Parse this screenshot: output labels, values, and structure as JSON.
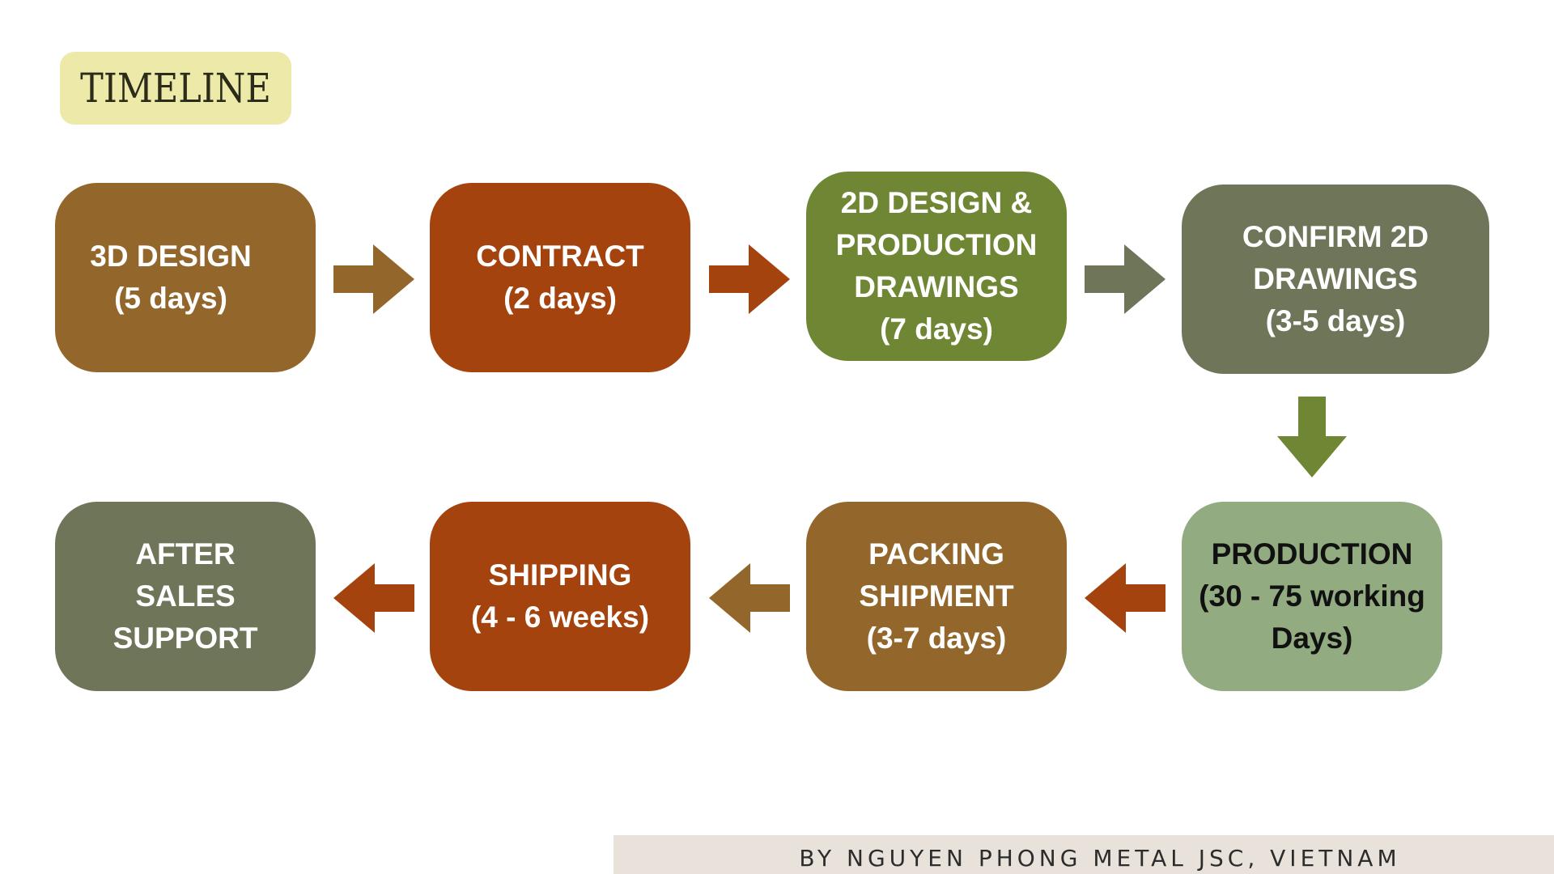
{
  "title": "TIMELINE",
  "colors": {
    "title_bg": "#ede9a8",
    "title_text": "#2b2b1a",
    "brown": "#93672b",
    "rust": "#a4430d",
    "olive": "#6f8734",
    "slate_green": "#6e7558",
    "sage": "#92ab80",
    "white_text": "#ffffff",
    "dark_text": "#111111",
    "footer_bg": "#e8e2da",
    "footer_text": "#2c2c2c"
  },
  "steps": [
    {
      "lines": [
        "3D DESIGN",
        "(5 days)"
      ]
    },
    {
      "lines": [
        "CONTRACT",
        "(2 days)"
      ]
    },
    {
      "lines": [
        "2D DESIGN &",
        "PRODUCTION",
        "DRAWINGS",
        "(7 days)"
      ]
    },
    {
      "lines": [
        "CONFIRM 2D",
        "DRAWINGS",
        "(3-5 days)"
      ]
    },
    {
      "lines": [
        "PRODUCTION",
        "(30 - 75 working",
        "Days)"
      ]
    },
    {
      "lines": [
        "PACKING",
        "SHIPMENT",
        "(3-7 days)"
      ]
    },
    {
      "lines": [
        "SHIPPING",
        "(4 - 6 weeks)"
      ]
    },
    {
      "lines": [
        "AFTER",
        "SALES",
        "SUPPORT"
      ]
    }
  ],
  "footer": "BY NGUYEN PHONG METAL JSC, VIETNAM"
}
